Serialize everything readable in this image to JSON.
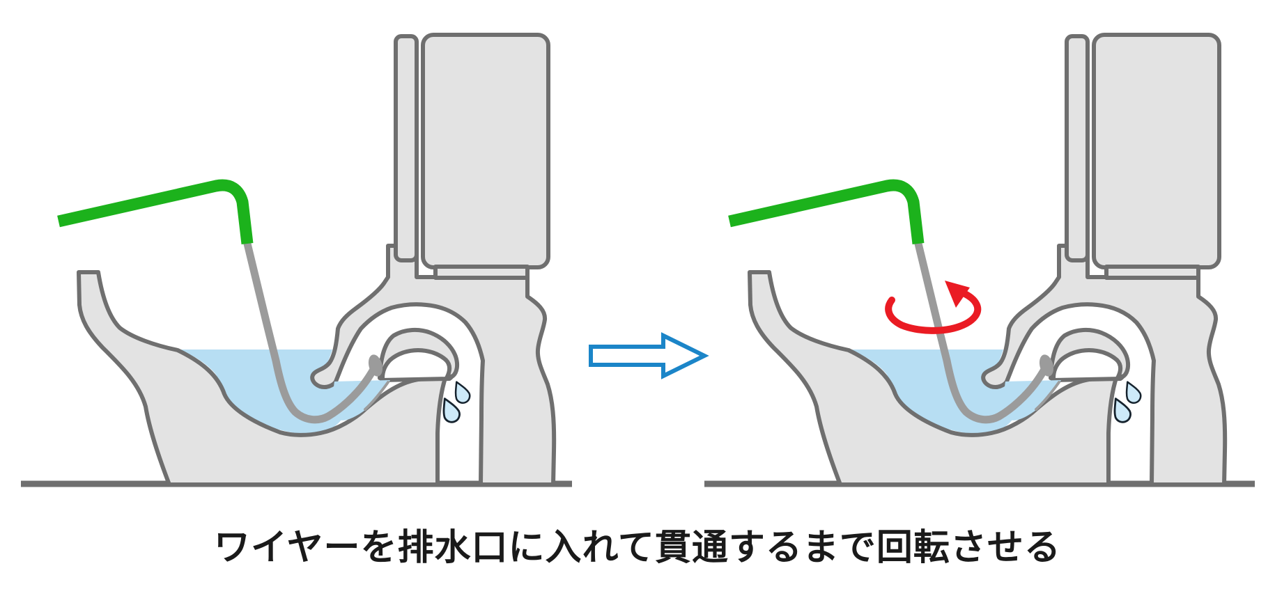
{
  "caption": "ワイヤーを排水口に入れて貫通するまで回転させる",
  "figure": {
    "left_panel": "toilet cross-section with auger wire inserted through drain trap",
    "right_panel": "same toilet with wire being rotated (red rotation arrow)",
    "transition": "right-pointing hollow blue arrow between panels"
  },
  "colors": {
    "handle_green": "#1cb21c",
    "wire_gray": "#9b9b9b",
    "body_gray": "#e3e3e3",
    "outline_gray": "#6f6f6f",
    "water_blue": "#b7def3",
    "drop_blue": "#cdeaf9",
    "arrow_blue": "#1b85c8",
    "rotation_red": "#ea1b23",
    "floor_gray": "#6f6f6f",
    "text_color": "#1a1a1a"
  }
}
